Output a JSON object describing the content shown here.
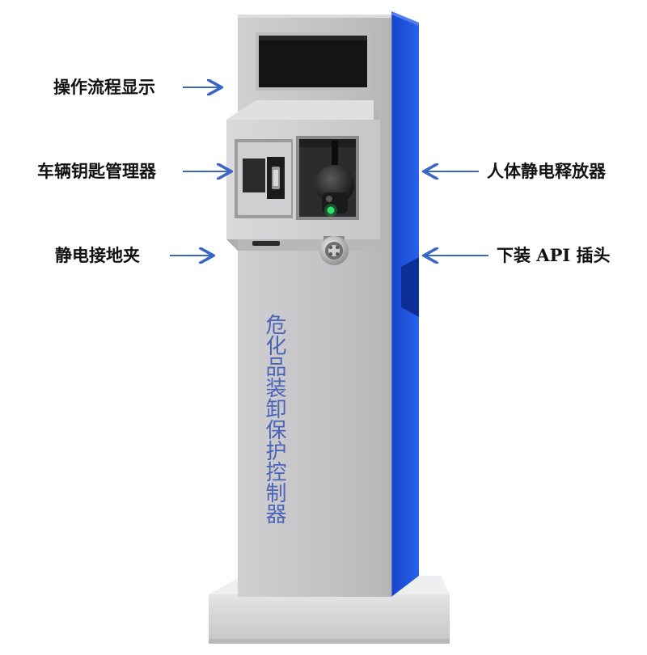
{
  "labels": {
    "display": "操作流程显示",
    "key_manager": "车辆钥匙管理器",
    "grounding_clamp": "静电接地夹",
    "static_discharger": "人体静电释放器",
    "api_plug": "下装 API 插头"
  },
  "device_title": "危化品装卸保护控制器",
  "colors": {
    "side_blue": "#1a4fd8",
    "body_gray": "#c4c4c6",
    "arrow_blue": "#3a66c4",
    "title_blue": "#4a64b8",
    "display_black": "#141414"
  },
  "icons": {
    "indicator": "green-led-icon",
    "plug": "api-plug-icon"
  }
}
